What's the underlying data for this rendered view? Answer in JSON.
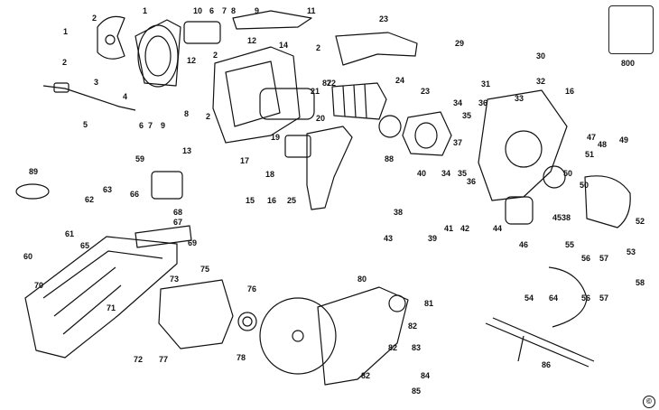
{
  "diagram": {
    "copyright_symbol": "©",
    "stroke_color": "#111111",
    "background": "#ffffff",
    "labels": [
      "1",
      "1",
      "2",
      "2",
      "2",
      "2",
      "2",
      "3",
      "4",
      "5",
      "6",
      "6",
      "7",
      "7",
      "8",
      "8",
      "9",
      "9",
      "10",
      "11",
      "12",
      "12",
      "13",
      "14",
      "15",
      "16",
      "16",
      "17",
      "18",
      "19",
      "20",
      "21",
      "22",
      "23",
      "23",
      "24",
      "25",
      "29",
      "30",
      "31",
      "32",
      "33",
      "34",
      "34",
      "35",
      "35",
      "36",
      "36",
      "37",
      "38",
      "38",
      "39",
      "40",
      "41",
      "42",
      "43",
      "44",
      "45",
      "46",
      "47",
      "48",
      "49",
      "50",
      "50",
      "51",
      "52",
      "53",
      "54",
      "55",
      "56",
      "56",
      "57",
      "57",
      "58",
      "59",
      "60",
      "61",
      "62",
      "63",
      "64",
      "65",
      "66",
      "67",
      "68",
      "69",
      "70",
      "71",
      "72",
      "73",
      "75",
      "76",
      "77",
      "78",
      "80",
      "81",
      "82",
      "82",
      "82",
      "83",
      "84",
      "85",
      "86",
      "87",
      "88",
      "89",
      "800"
    ]
  }
}
